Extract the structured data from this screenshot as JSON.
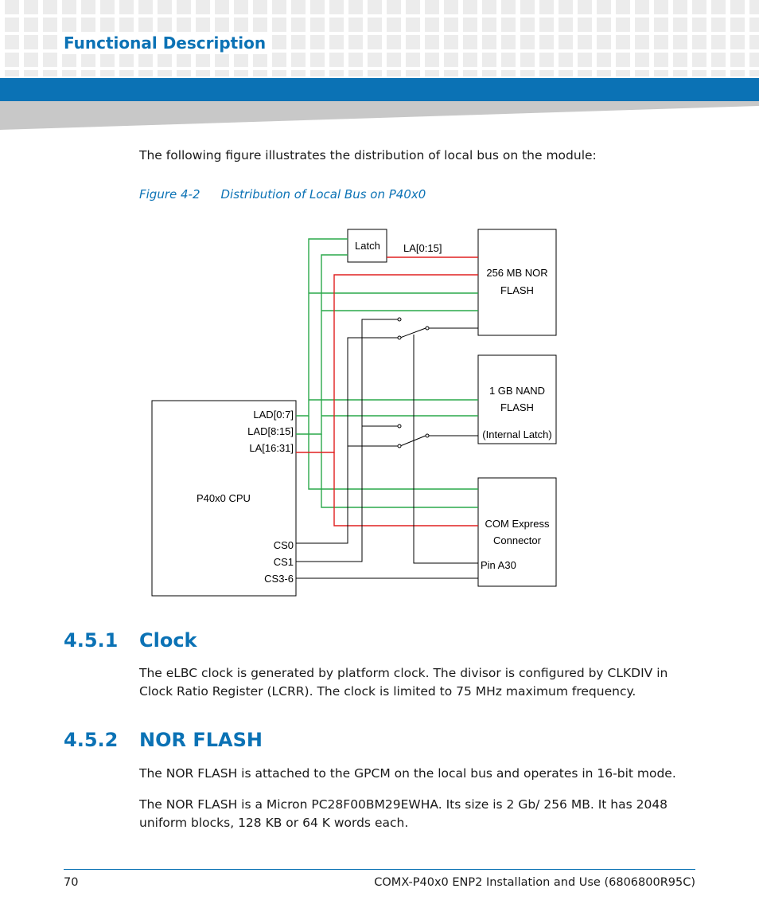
{
  "header": {
    "chapter_title": "Functional Description"
  },
  "intro": "The following figure illustrates the distribution of local bus on the module:",
  "figure": {
    "number": "Figure 4-2",
    "title": "Distribution of Local Bus on P40x0",
    "cpu": {
      "label": "P40x0 CPU",
      "pins": [
        "LAD[0:7]",
        "LAD[8:15]",
        "LA[16:31]",
        "CS0",
        "CS1",
        "CS3-6"
      ]
    },
    "latch": "Latch",
    "la_bus": "LA[0:15]",
    "nor": [
      "256 MB NOR",
      "FLASH"
    ],
    "nand": [
      "1 GB NAND",
      "FLASH",
      "(Internal Latch)"
    ],
    "com": [
      "COM Express",
      "Connector",
      "Pin A30"
    ],
    "colors": {
      "green": "#2aa84a",
      "red": "#e02020",
      "black": "#000000"
    }
  },
  "sections": [
    {
      "number": "4.5.1",
      "title": "Clock",
      "paragraphs": [
        "The eLBC clock is generated by platform clock. The divisor is configured by CLKDIV in Clock Ratio Register (LCRR). The clock is limited to 75 MHz maximum frequency."
      ]
    },
    {
      "number": "4.5.2",
      "title": "NOR FLASH",
      "paragraphs": [
        "The NOR FLASH is attached to the GPCM on the local bus and operates in 16-bit mode.",
        "The NOR FLASH is a Micron PC28F00BM29EWHA. Its size is 2 Gb/ 256 MB. It has 2048 uniform blocks, 128 KB or 64 K words each."
      ]
    }
  ],
  "footer": {
    "page_number": "70",
    "doc_title": "COMX-P40x0 ENP2 Installation and Use (6806800R95C)"
  }
}
